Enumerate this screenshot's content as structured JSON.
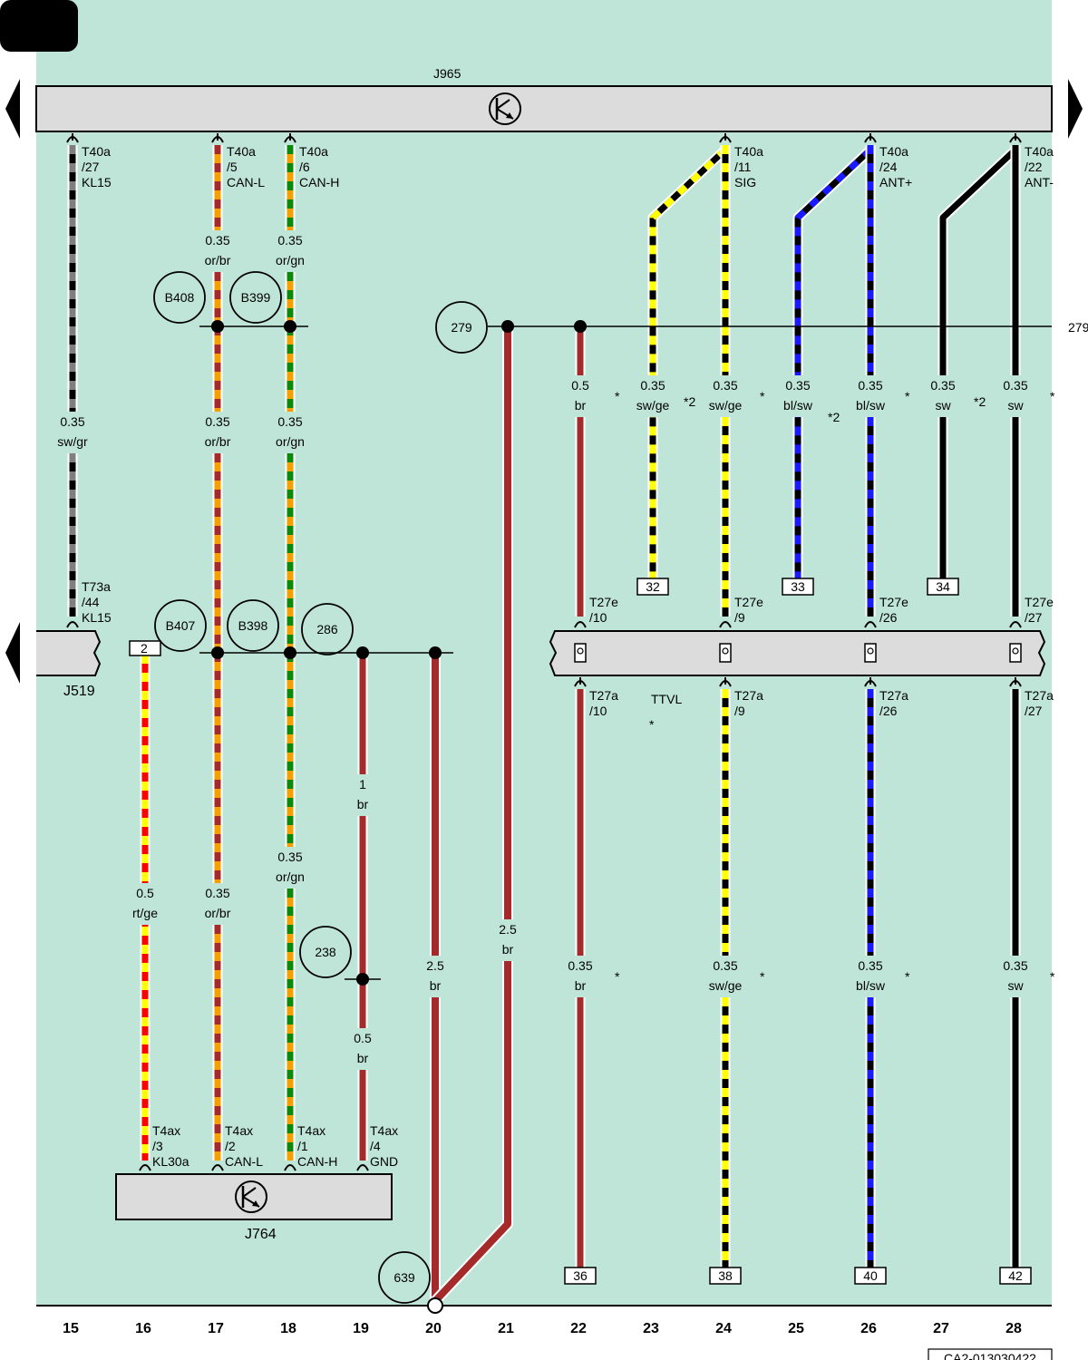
{
  "colors": {
    "background": "#bfe5d8",
    "component_fill": "#dcdcdc",
    "sw": "#000000",
    "gr": "#7f7f7f",
    "br": "#a52a2a",
    "or": "#f5a000",
    "gn": "#0a8a0a",
    "ge": "#ffff00",
    "bl": "#1a1aff",
    "rt": "#ff0000"
  },
  "components": {
    "j965": {
      "label": "J965"
    },
    "j519": {
      "label": "J519"
    },
    "j764": {
      "label": "J764"
    },
    "ttvl": {
      "label": "TTVL"
    }
  },
  "column_numbers": [
    "15",
    "16",
    "17",
    "18",
    "19",
    "20",
    "21",
    "22",
    "23",
    "24",
    "25",
    "26",
    "27",
    "28"
  ],
  "top_pins": [
    {
      "conn": "T40a",
      "pin": "/27",
      "signal": "KL15"
    },
    {
      "conn": "T40a",
      "pin": "/5",
      "signal": "CAN-L"
    },
    {
      "conn": "T40a",
      "pin": "/6",
      "signal": "CAN-H"
    },
    {
      "conn": "T40a",
      "pin": "/11",
      "signal": "SIG"
    },
    {
      "conn": "T40a",
      "pin": "/24",
      "signal": "ANT+"
    },
    {
      "conn": "T40a",
      "pin": "/22",
      "signal": "ANT-"
    }
  ],
  "j519_pin": {
    "conn": "T73a",
    "pin": "/44",
    "signal": "KL15"
  },
  "j519_box_number": "2",
  "ttvl_pins_top": [
    {
      "conn": "T27e",
      "pin": "/10"
    },
    {
      "conn": "T27e",
      "pin": "/9"
    },
    {
      "conn": "T27e",
      "pin": "/26"
    },
    {
      "conn": "T27e",
      "pin": "/27"
    }
  ],
  "ttvl_pins_bottom": [
    {
      "conn": "T27a",
      "pin": "/10"
    },
    {
      "conn": "T27a",
      "pin": "/9"
    },
    {
      "conn": "T27a",
      "pin": "/26"
    },
    {
      "conn": "T27a",
      "pin": "/27"
    }
  ],
  "j764_pins": [
    {
      "conn": "T4ax",
      "pin": "/3",
      "signal": "KL30a"
    },
    {
      "conn": "T4ax",
      "pin": "/2",
      "signal": "CAN-L"
    },
    {
      "conn": "T4ax",
      "pin": "/1",
      "signal": "CAN-H"
    },
    {
      "conn": "T4ax",
      "pin": "/4",
      "signal": "GND"
    }
  ],
  "connection_points": [
    "B408",
    "B399",
    "B407",
    "B398",
    "286",
    "279",
    "238",
    "639"
  ],
  "side_reference": "279",
  "wire_labels": [
    {
      "size": "0.35",
      "color": "sw/gr"
    },
    {
      "size": "0.35",
      "color": "or/br"
    },
    {
      "size": "0.35",
      "color": "or/gn"
    },
    {
      "size": "0.35",
      "color": "or/br"
    },
    {
      "size": "0.35",
      "color": "or/gn"
    },
    {
      "size": "0.5",
      "color": "br"
    },
    {
      "size": "0.35",
      "color": "sw/ge"
    },
    {
      "size": "0.35",
      "color": "sw/ge"
    },
    {
      "size": "0.35",
      "color": "bl/sw"
    },
    {
      "size": "0.35",
      "color": "bl/sw"
    },
    {
      "size": "0.35",
      "color": "sw"
    },
    {
      "size": "0.35",
      "color": "sw"
    },
    {
      "size": "1",
      "color": "br"
    },
    {
      "size": "0.35",
      "color": "or/gn"
    },
    {
      "size": "0.5",
      "color": "rt/ge"
    },
    {
      "size": "0.35",
      "color": "or/br"
    },
    {
      "size": "2.5",
      "color": "br"
    },
    {
      "size": "2.5",
      "color": "br"
    },
    {
      "size": "0.35",
      "color": "br"
    },
    {
      "size": "0.35",
      "color": "sw/ge"
    },
    {
      "size": "0.35",
      "color": "bl/sw"
    },
    {
      "size": "0.35",
      "color": "sw"
    },
    {
      "size": "0.5",
      "color": "br"
    }
  ],
  "notes": {
    "star": "*",
    "star2": "*2"
  },
  "terminal_boxes": [
    "32",
    "33",
    "34",
    "36",
    "38",
    "40",
    "42"
  ],
  "footer_code": "CA2-013030422"
}
